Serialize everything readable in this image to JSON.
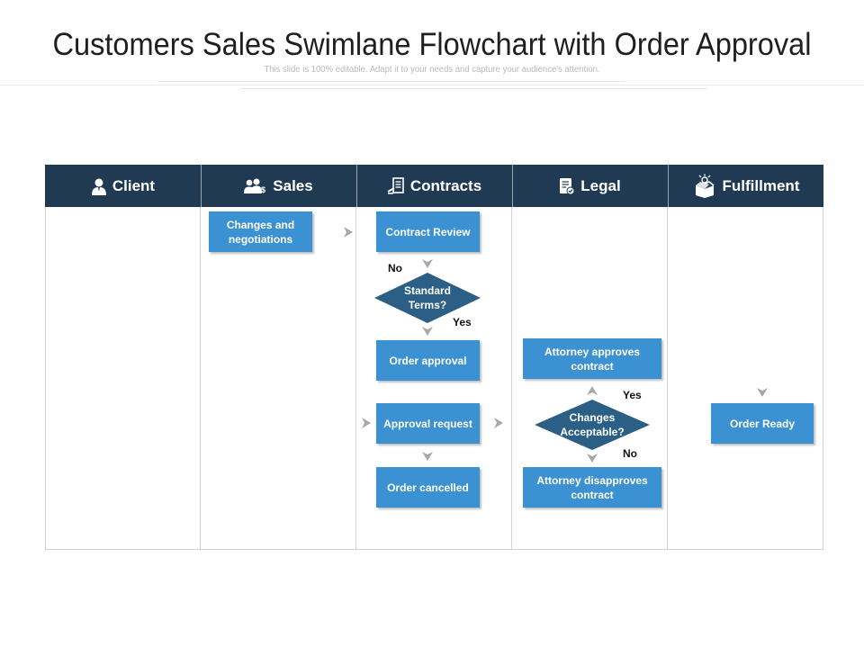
{
  "title": "Customers Sales Swimlane Flowchart with Order Approval",
  "subtitle": "This slide is 100% editable. Adapt it to your needs and capture your audience's attention.",
  "lanes": [
    {
      "label": "Client",
      "icon": "person-icon"
    },
    {
      "label": "Sales",
      "icon": "people-icon"
    },
    {
      "label": "Contracts",
      "icon": "document-icon"
    },
    {
      "label": "Legal",
      "icon": "certificate-icon"
    },
    {
      "label": "Fulfillment",
      "icon": "box-icon"
    }
  ],
  "nodes": {
    "changes_negotiations": "Changes and negotiations",
    "contract_review": "Contract Review",
    "standard_terms": "Standard Terms?",
    "order_approval": "Order approval",
    "approval_request": "Approval request",
    "order_cancelled": "Order cancelled",
    "attorney_approves": "Attorney approves contract",
    "changes_acceptable": "Changes Acceptable?",
    "attorney_disapproves": "Attorney disapproves contract",
    "order_ready": "Order Ready"
  },
  "edge_labels": {
    "standard_no": "No",
    "standard_yes": "Yes",
    "changes_yes": "Yes",
    "changes_no": "No"
  },
  "colors": {
    "header": "#1f3a52",
    "box": "#3b91d2",
    "diamond": "#2c5f86",
    "arrow": "#a8a8a8"
  }
}
